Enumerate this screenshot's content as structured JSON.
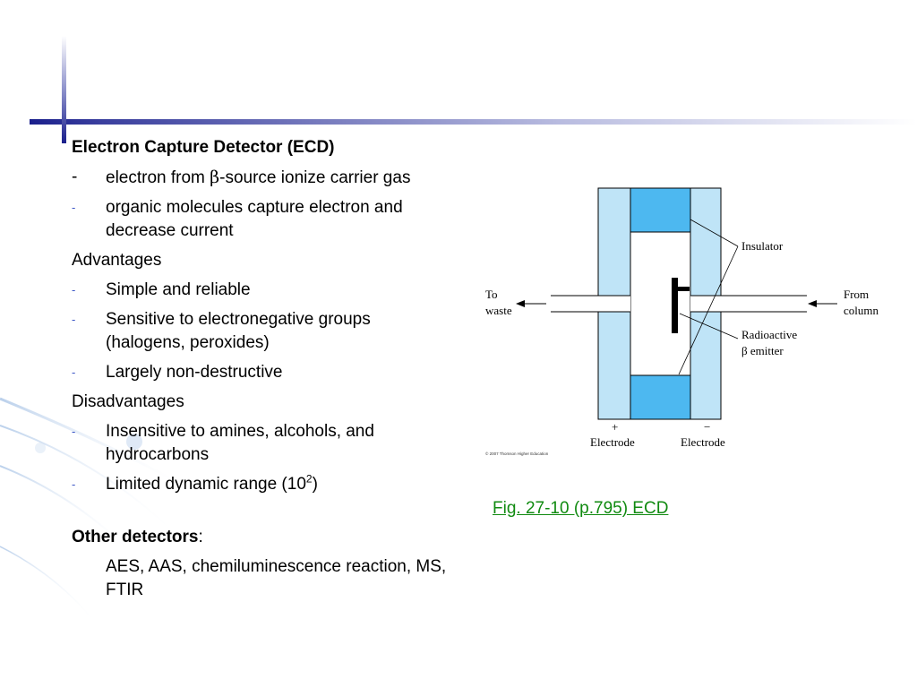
{
  "slide": {
    "title": "Electron Capture Detector (ECD)",
    "bullets_ecd": [
      {
        "dash": "-",
        "text_a": "electron from ",
        "beta": "β",
        "text_b": "-source ionize carrier gas"
      },
      {
        "dash": "-",
        "text": "organic molecules capture electron and decrease current"
      }
    ],
    "advantages_label": "Advantages",
    "advantages": [
      "Simple and reliable",
      "Sensitive to electronegative groups (halogens, peroxides)",
      "Largely non-destructive"
    ],
    "disadvantages_label": "Disadvantages",
    "disadvantages": [
      "Insensitive to amines, alcohols, and hydrocarbons"
    ],
    "range_item": {
      "text": "Limited dynamic range (10",
      "sup": "2",
      "close": ")"
    },
    "other_label": "Other detectors",
    "other_colon": ":",
    "other_text": "AES, AAS, chemiluminescence reaction, MS, FTIR"
  },
  "figure": {
    "caption": "Fig. 27-10 (p.795)  ECD",
    "labels": {
      "to": "To",
      "waste": "waste",
      "from": "From",
      "column": "column",
      "insulator": "Insulator",
      "radioactive": "Radioactive",
      "beta_emitter": "β emitter",
      "plus": "+",
      "minus": "−",
      "electrode": "Electrode",
      "copyright": "© 2007 Thomson Higher Education"
    },
    "colors": {
      "insulator": "#4db8f0",
      "body": "#bfe4f7"
    }
  }
}
